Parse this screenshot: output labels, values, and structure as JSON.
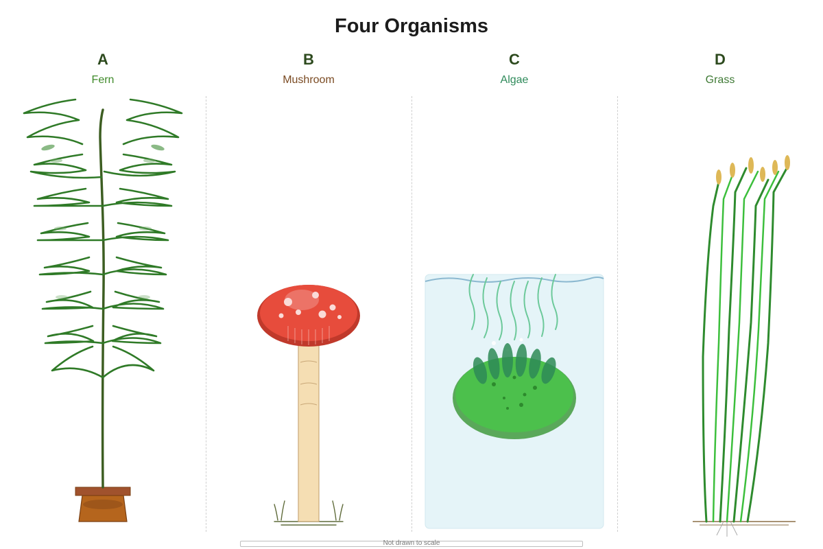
{
  "title": "Four Organisms",
  "organisms": [
    {
      "letter": "A",
      "name": "Fern",
      "name_color": "#3f8a2a"
    },
    {
      "letter": "B",
      "name": "Mushroom",
      "name_color": "#7a4a22"
    },
    {
      "letter": "C",
      "name": "Algae",
      "name_color": "#2e8a5a"
    },
    {
      "letter": "D",
      "name": "Grass",
      "name_color": "#3f7a35"
    }
  ],
  "scale_note": "Not drawn to scale"
}
